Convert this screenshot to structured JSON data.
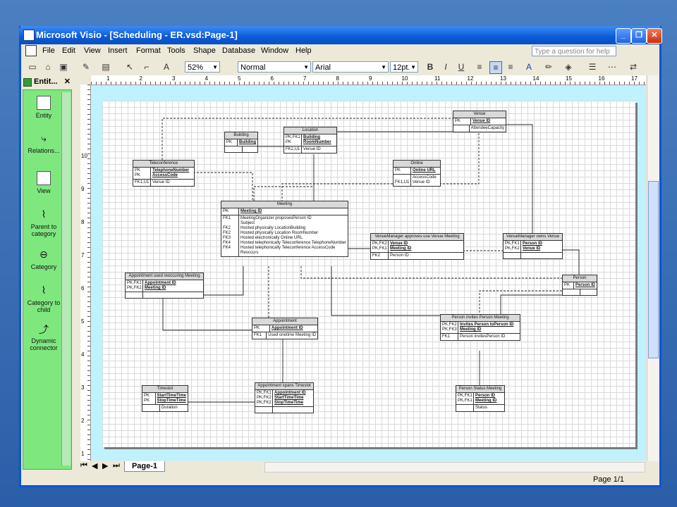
{
  "window": {
    "title": "Microsoft Visio - [Scheduling - ER.vsd:Page-1]",
    "min": "_",
    "max": "❐",
    "close": "✕"
  },
  "menu": [
    "File",
    "Edit",
    "View",
    "Insert",
    "Format",
    "Tools",
    "Shape",
    "Database",
    "Window",
    "Help"
  ],
  "help_box": {
    "placeholder": "Type a question for help"
  },
  "toolbar": {
    "zoom": "52%",
    "style": "Normal",
    "font": "Arial",
    "size": "12pt.",
    "bold": "B",
    "italic": "I",
    "underline": "U",
    "font_color": "A"
  },
  "stencil": {
    "title": "Entit...",
    "close": "✕",
    "items": [
      "Entity",
      "Relations...",
      "View",
      "Parent to category",
      "Category",
      "Category to child",
      "Dynamic connector"
    ]
  },
  "ruler": {
    "h": [
      "1",
      "2",
      "3",
      "4",
      "5",
      "6",
      "7",
      "8",
      "9",
      "10",
      "11",
      "12",
      "13",
      "14",
      "15",
      "16",
      "17"
    ],
    "v": [
      "1",
      "2",
      "3",
      "4",
      "5",
      "6",
      "7",
      "8",
      "9",
      "10"
    ]
  },
  "sheet_tab": "Page-1",
  "status": {
    "page": "Page 1/1"
  },
  "entities": [
    {
      "id": "venue",
      "title": "Venue",
      "rows": [
        {
          "k": "PK",
          "f": "Venue ID",
          "u": true
        },
        {
          "k": "",
          "f": "AttendeeCapacity",
          "u": false
        }
      ]
    },
    {
      "id": "building",
      "title": "Building",
      "rows": [
        {
          "k": "PK",
          "f": "Building",
          "u": true
        },
        {
          "k": "",
          "f": "",
          "u": false
        }
      ]
    },
    {
      "id": "location",
      "title": "Location",
      "rows": [
        {
          "k": "PK,FK1\nPK",
          "f": "Building\nRoomNumber",
          "u": true
        },
        {
          "k": "FK2,U1",
          "f": "Venue ID",
          "u": false
        }
      ]
    },
    {
      "id": "teleconference",
      "title": "Teleconference",
      "rows": [
        {
          "k": "PK\nPK",
          "f": "TelephoneNumber\nAccessCode",
          "u": true
        },
        {
          "k": "FK1,U1",
          "f": "Venue ID",
          "u": false
        }
      ]
    },
    {
      "id": "online",
      "title": "Online",
      "rows": [
        {
          "k": "PK",
          "f": "Online URL",
          "u": true
        },
        {
          "k": "\nFK1,U1",
          "f": "AccessCode\nVenue ID",
          "u": false
        }
      ]
    },
    {
      "id": "meeting",
      "title": "Meeting",
      "rows": [
        {
          "k": "PK",
          "f": "Meeting ID",
          "u": true
        },
        {
          "k": "FK1\n\nFK2\nFK2\nFK3\nFK4\nFK4\n",
          "f": "MeetingOrganizer proposesPerson ID\nSubject\nHosted physically LocationBuilding\nHosted physically Location RoomNumber\nHosted electronically Online URL\nHosted telephonically Teleconference TelephoneNumber\nHosted telephonically Teleconference AccessCode\nReoccurs",
          "u": false
        }
      ]
    },
    {
      "id": "vmam",
      "title": "VenueManager approves use Venue Meeting",
      "rows": [
        {
          "k": "PK,FK2\nPK,FK1",
          "f": "Venue ID\nMeeting ID",
          "u": true
        },
        {
          "k": "FK2",
          "f": "Person ID",
          "u": false
        }
      ]
    },
    {
      "id": "vmov",
      "title": "VenueManager owns Venue",
      "rows": [
        {
          "k": "PK,FK1\nPK,FK2",
          "f": "Person ID\nVenue ID",
          "u": true
        },
        {
          "k": "",
          "f": "",
          "u": false
        }
      ]
    },
    {
      "id": "aurm",
      "title": "Appointment used reoccuring Meeting",
      "rows": [
        {
          "k": "PK,FK1\nPK,FK2",
          "f": "Appointment ID\nMeeting ID",
          "u": true
        },
        {
          "k": "",
          "f": "",
          "u": false
        }
      ]
    },
    {
      "id": "person",
      "title": "Person",
      "rows": [
        {
          "k": "PK",
          "f": "Person ID",
          "u": true
        },
        {
          "k": "",
          "f": "",
          "u": false
        }
      ]
    },
    {
      "id": "appointment",
      "title": "Appointment",
      "rows": [
        {
          "k": "PK",
          "f": "Appointment ID",
          "u": true
        },
        {
          "k": "FK1",
          "f": "Used onetime Meeting ID",
          "u": false
        }
      ]
    },
    {
      "id": "pipm",
      "title": "Person invites Person Meeting",
      "rows": [
        {
          "k": "PK,FK2\nPK,FK3",
          "f": "Invites Person toPerson ID\nMeeting ID",
          "u": true
        },
        {
          "k": "FK1",
          "f": "Person invitesPerson ID",
          "u": false
        }
      ]
    },
    {
      "id": "timeslot",
      "title": "Timeslot",
      "rows": [
        {
          "k": "PK\nPK",
          "f": "StartTimeTime\nStopTimeTime",
          "u": true
        },
        {
          "k": "",
          "f": "Duration",
          "u": false
        }
      ]
    },
    {
      "id": "ast",
      "title": "Appointment spans Timeslot",
      "rows": [
        {
          "k": "PK,FK1\nPK,FK2\nPK,FK2",
          "f": "Appointment ID\nStartTimeTime\nStopTimeTime",
          "u": true
        },
        {
          "k": "",
          "f": "",
          "u": false
        }
      ]
    },
    {
      "id": "psm",
      "title": "Person Status Meeting",
      "rows": [
        {
          "k": "PK,FK1\nPK,FK1",
          "f": "Person ID\nMeeting ID",
          "u": true
        },
        {
          "k": "",
          "f": "Status",
          "u": false
        }
      ]
    }
  ],
  "colors": {
    "title_bar": "#0a5ad6",
    "stencil": "#7ee87e",
    "canvas": "#bff1ff"
  }
}
